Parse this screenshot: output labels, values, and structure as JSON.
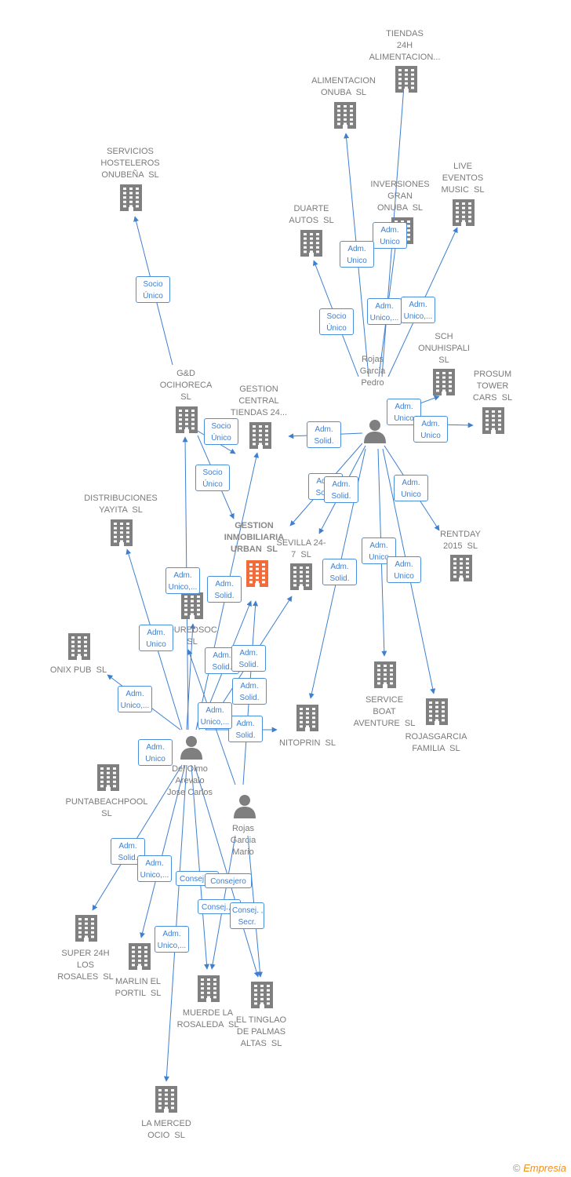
{
  "companies": [
    {
      "id": "gestion_inmob",
      "label": "GESTION\nINMOBILIARIA\nURBAN  SL",
      "main": true
    },
    {
      "id": "tiendas24h",
      "label": "TIENDAS\n24H\nALIMENTACION..."
    },
    {
      "id": "alim_onuba",
      "label": "ALIMENTACION\nONUBA  SL"
    },
    {
      "id": "servicios_host",
      "label": "SERVICIOS\nHOSTELEROS\nONUBEÑA  SL"
    },
    {
      "id": "inversiones",
      "label": "INVERSIONES\nGRAN\nONUBA  SL"
    },
    {
      "id": "live_eventos",
      "label": "LIVE\nEVENTOS\nMUSIC  SL"
    },
    {
      "id": "duarte",
      "label": "DUARTE\nAUTOS  SL"
    },
    {
      "id": "sch",
      "label": "SCH\nONUHISPALI\nSL"
    },
    {
      "id": "prosum",
      "label": "PROSUM\nTOWER\nCARS  SL"
    },
    {
      "id": "gd",
      "label": "G&D\nOCIHORECA\nSL"
    },
    {
      "id": "gestion_central",
      "label": "GESTION\nCENTRAL\nTIENDAS 24..."
    },
    {
      "id": "distrib",
      "label": "DISTRIBUCIONES\nYAYITA  SL"
    },
    {
      "id": "sevilla24",
      "label": "SEVILLA 24-\n7  SL"
    },
    {
      "id": "rentday",
      "label": "RENTDAY\n2015  SL"
    },
    {
      "id": "quredsoc",
      "label": "QUREDSOC\nSL"
    },
    {
      "id": "onix",
      "label": "ONIX PUB  SL"
    },
    {
      "id": "nitoprin",
      "label": "NITOPRIN  SL"
    },
    {
      "id": "service_boat",
      "label": "SERVICE\nBOAT\nAVENTURE  SL"
    },
    {
      "id": "rojasgarcia_fam",
      "label": "ROJASGARCIA\nFAMILIA  SL"
    },
    {
      "id": "puntabeach",
      "label": "PUNTABEACHPOOL\nSL"
    },
    {
      "id": "super24",
      "label": "SUPER 24H\nLOS\nROSALES  SL"
    },
    {
      "id": "marlin",
      "label": "MARLIN EL\nPORTIL  SL"
    },
    {
      "id": "muerde",
      "label": "MUERDE LA\nROSALEDA  SL"
    },
    {
      "id": "tinglao",
      "label": "EL TINGLAO\nDE PALMAS\nALTAS  SL"
    },
    {
      "id": "la_merced",
      "label": "LA MERCED\nOCIO  SL"
    }
  ],
  "persons": [
    {
      "id": "rojas_pedro",
      "label": "Rojas\nGarcia\nPedro"
    },
    {
      "id": "del_olmo",
      "label": "Del Olmo\nArevalo\nJose Carlos"
    },
    {
      "id": "rojas_mario",
      "label": "Rojas\nGarcia\nMario"
    }
  ],
  "relations": [
    {
      "id": "r1",
      "from": "rojas_pedro",
      "to": "tiendas24h",
      "label": "Adm.\nUnico"
    },
    {
      "id": "r2",
      "from": "rojas_pedro",
      "to": "alim_onuba",
      "label": "Adm.\nUnico"
    },
    {
      "id": "r3",
      "from": "rojas_pedro",
      "to": "inversiones",
      "label": "Adm.\nUnico,..."
    },
    {
      "id": "r4",
      "from": "rojas_pedro",
      "to": "live_eventos",
      "label": "Adm.\nUnico,..."
    },
    {
      "id": "r5",
      "from": "rojas_pedro",
      "to": "duarte",
      "label": "Socio\nÚnico"
    },
    {
      "id": "r6",
      "from": "rojas_pedro",
      "to": "sch",
      "label": "Adm.\nUnico"
    },
    {
      "id": "r7",
      "from": "rojas_pedro",
      "to": "prosum",
      "label": "Adm.\nUnico"
    },
    {
      "id": "r8",
      "from": "rojas_pedro",
      "to": "gestion_central",
      "label": "Adm.\nSolid."
    },
    {
      "id": "r9",
      "from": "rojas_pedro",
      "to": "gestion_inmob",
      "label": "Adm.\nSolid."
    },
    {
      "id": "r10",
      "from": "rojas_pedro",
      "to": "sevilla24",
      "label": "Adm.\nSolid."
    },
    {
      "id": "r11",
      "from": "rojas_pedro",
      "to": "rentday",
      "label": "Adm.\nUnico"
    },
    {
      "id": "r12",
      "from": "rojas_pedro",
      "to": "nitoprin",
      "label": "Adm.\nSolid."
    },
    {
      "id": "r13",
      "from": "rojas_pedro",
      "to": "service_boat",
      "label": "Adm.\nUnico"
    },
    {
      "id": "r14",
      "from": "rojas_pedro",
      "to": "rojasgarcia_fam",
      "label": "Adm.\nUnico"
    },
    {
      "id": "r15",
      "from": "gd",
      "to": "servicios_host",
      "label": "Socio\nÚnico"
    },
    {
      "id": "r16",
      "from": "gd",
      "to": "gestion_central",
      "label": "Socio\nÚnico"
    },
    {
      "id": "r17",
      "from": "gd",
      "to": "gestion_inmob",
      "label": "Socio\nÚnico"
    },
    {
      "id": "r18",
      "from": "del_olmo",
      "to": "gd",
      "label": "Adm.\nUnico,..."
    },
    {
      "id": "r19",
      "from": "del_olmo",
      "to": "gestion_central",
      "label": "Adm.\nSolid."
    },
    {
      "id": "r20",
      "from": "del_olmo",
      "to": "distrib",
      "label": "Adm.\nUnico"
    },
    {
      "id": "r21",
      "from": "del_olmo",
      "to": "onix",
      "label": "Adm.\nUnico,..."
    },
    {
      "id": "r22",
      "from": "del_olmo",
      "to": "quredsoc",
      "label": "Adm.\nUnico"
    },
    {
      "id": "r23",
      "from": "del_olmo",
      "to": "gestion_inmob",
      "label": "Adm.\nSolid."
    },
    {
      "id": "r24",
      "from": "del_olmo",
      "to": "sevilla24",
      "label": "Adm.\nSolid."
    },
    {
      "id": "r25",
      "from": "del_olmo",
      "to": "nitoprin",
      "label": "Adm.\nSolid."
    },
    {
      "id": "r26",
      "from": "rojas_mario",
      "to": "gestion_inmob",
      "label": "Adm.\nSolid."
    },
    {
      "id": "r27",
      "from": "rojas_mario",
      "to": "gestion_central",
      "label": "Adm.\nUnico,..."
    },
    {
      "id": "r28",
      "from": "del_olmo",
      "to": "super24",
      "label": "Adm.\nSolid."
    },
    {
      "id": "r29",
      "from": "del_olmo",
      "to": "marlin",
      "label": "Adm.\nUnico,..."
    },
    {
      "id": "r30",
      "from": "del_olmo",
      "to": "muerde",
      "label": "Consej.,..."
    },
    {
      "id": "r31",
      "from": "del_olmo",
      "to": "tinglao",
      "label": "Consejero"
    },
    {
      "id": "r32",
      "from": "del_olmo",
      "to": "la_merced",
      "label": "Adm.\nUnico,..."
    },
    {
      "id": "r33",
      "from": "rojas_mario",
      "to": "muerde",
      "label": "Consej.,..."
    },
    {
      "id": "r34",
      "from": "rojas_mario",
      "to": "tinglao",
      "label": "Consej. ,\nSecr."
    }
  ],
  "footer": {
    "copyright": "©",
    "brand": "Empresia"
  },
  "colors": {
    "edge": "#3d7fd0",
    "building": "#7f7f7f",
    "main_building": "#f26b3a",
    "person": "#7f7f7f"
  }
}
